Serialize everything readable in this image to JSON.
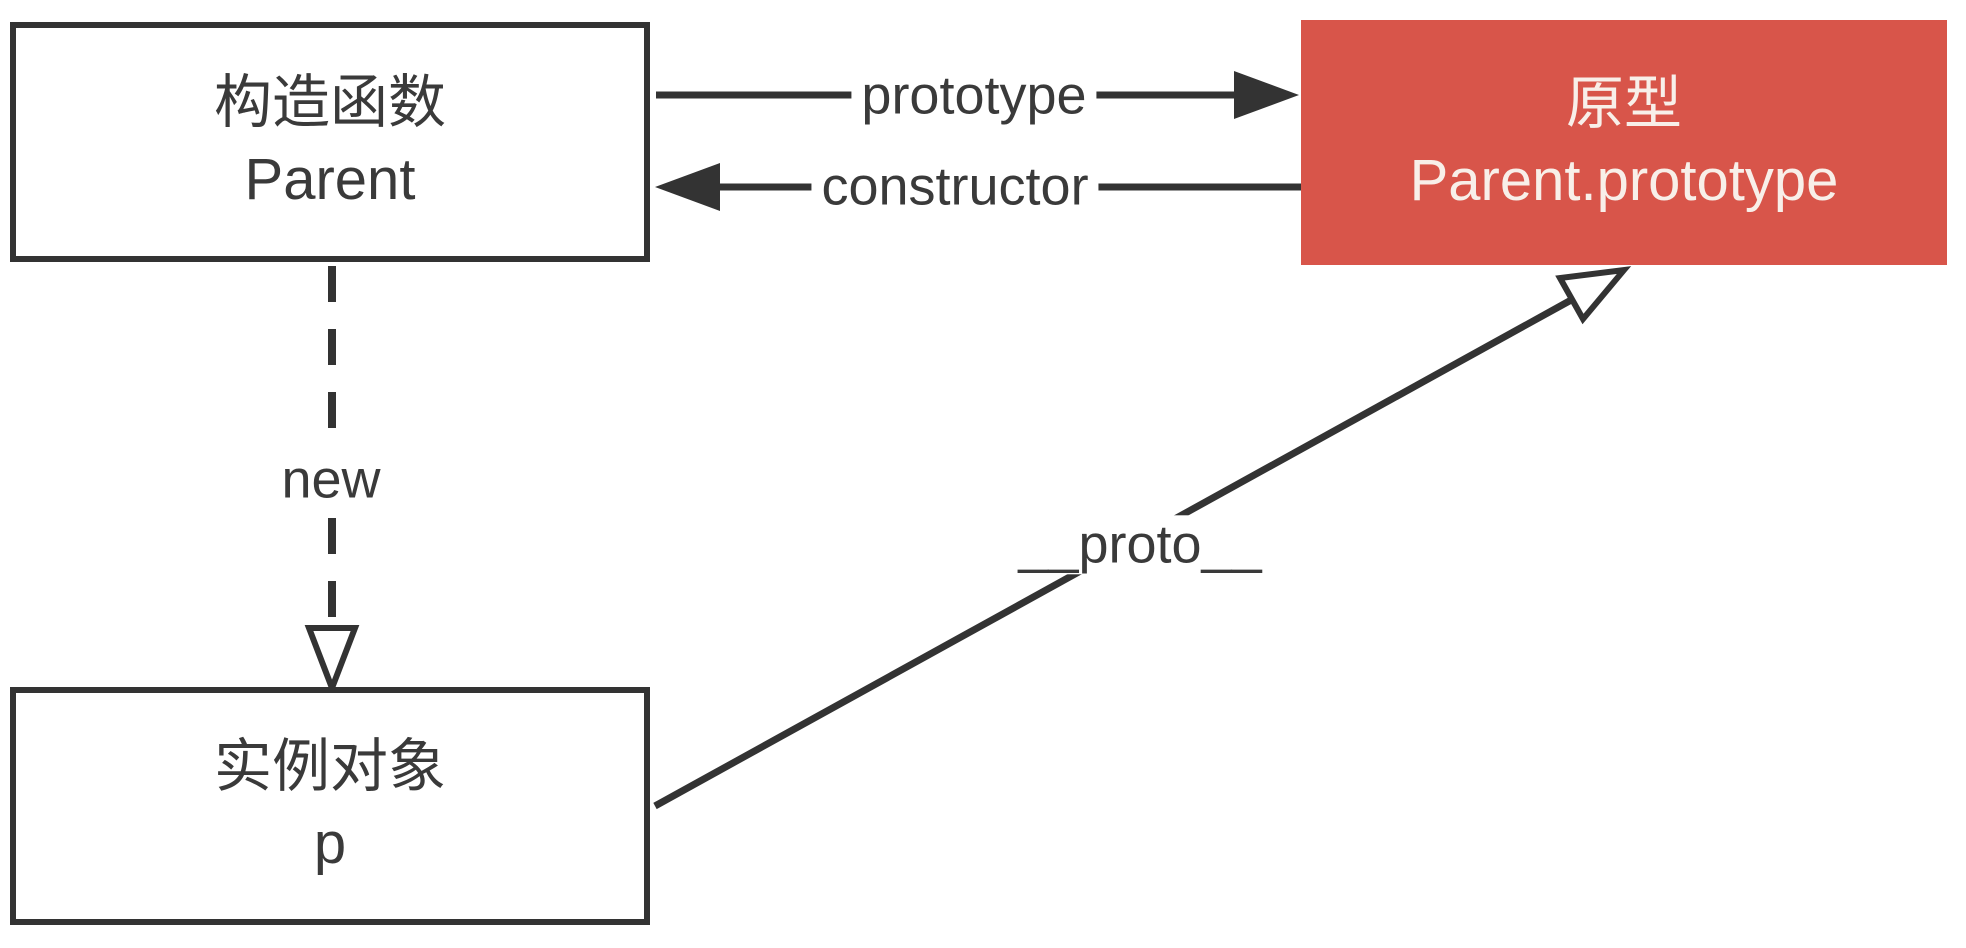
{
  "colors": {
    "bg": "#ffffff",
    "stroke": "#333333",
    "text_dark": "#3a3a3a",
    "highlight_fill": "#d8554a",
    "highlight_text": "#f8efe9"
  },
  "nodes": {
    "constructor_fn": {
      "line1": "构造函数",
      "line2": "Parent"
    },
    "prototype_obj": {
      "line1": "原型",
      "line2": "Parent.prototype"
    },
    "instance_obj": {
      "line1": "实例对象",
      "line2": "p"
    }
  },
  "edges": {
    "prototype": {
      "label": "prototype"
    },
    "constructor": {
      "label": "constructor"
    },
    "new": {
      "label": "new"
    },
    "proto": {
      "label": "__proto__"
    }
  }
}
